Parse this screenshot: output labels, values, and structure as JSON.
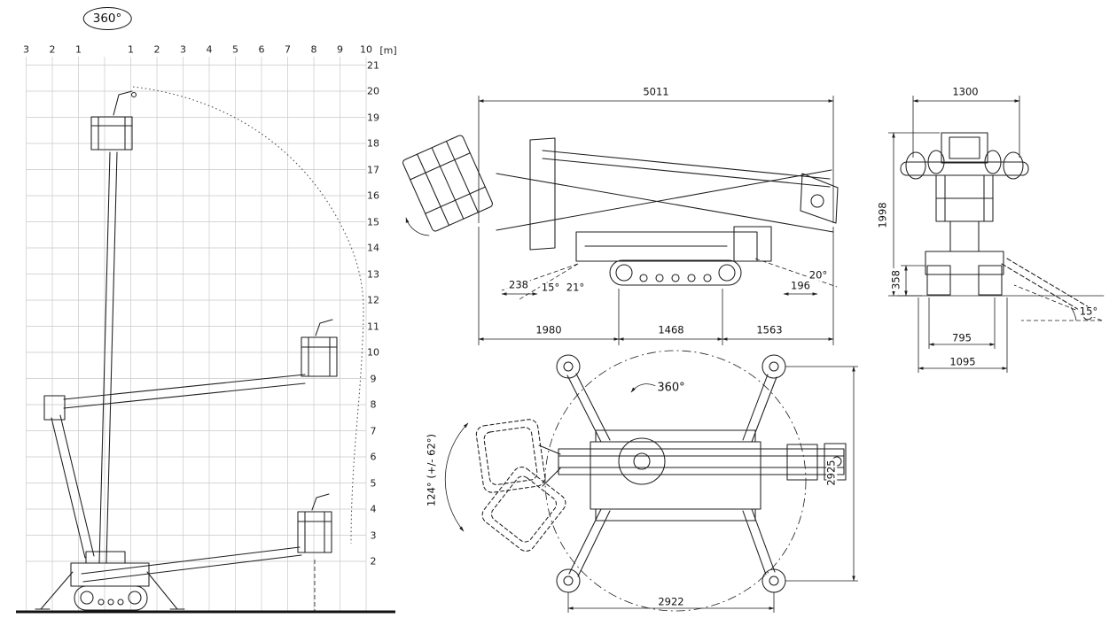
{
  "envelope": {
    "rotation_badge": "360°",
    "unit": "[m]",
    "x_ticks": [
      "3",
      "2",
      "1",
      "1",
      "2",
      "3",
      "4",
      "5",
      "6",
      "7",
      "8",
      "9",
      "10"
    ],
    "y_ticks": [
      "21",
      "20",
      "19",
      "18",
      "17",
      "16",
      "15",
      "14",
      "13",
      "12",
      "11",
      "10",
      "9",
      "8",
      "7",
      "6",
      "5",
      "4",
      "3",
      "2"
    ]
  },
  "side_view": {
    "overall_length": "5011",
    "dim_238": "238",
    "angle_15": "15°",
    "angle_21": "21°",
    "dim_196": "196",
    "angle_20": "20°",
    "seg_1980": "1980",
    "seg_1468": "1468",
    "seg_1563": "1563"
  },
  "rear_view": {
    "width_1300": "1300",
    "height_1998": "1998",
    "dim_358": "358",
    "dim_795": "795",
    "dim_1095": "1095",
    "angle_15": "15°"
  },
  "top_view": {
    "rotation_360": "360°",
    "swing_range": "124° (+/- 62°)",
    "width_2925": "2925",
    "length_2922": "2922"
  }
}
